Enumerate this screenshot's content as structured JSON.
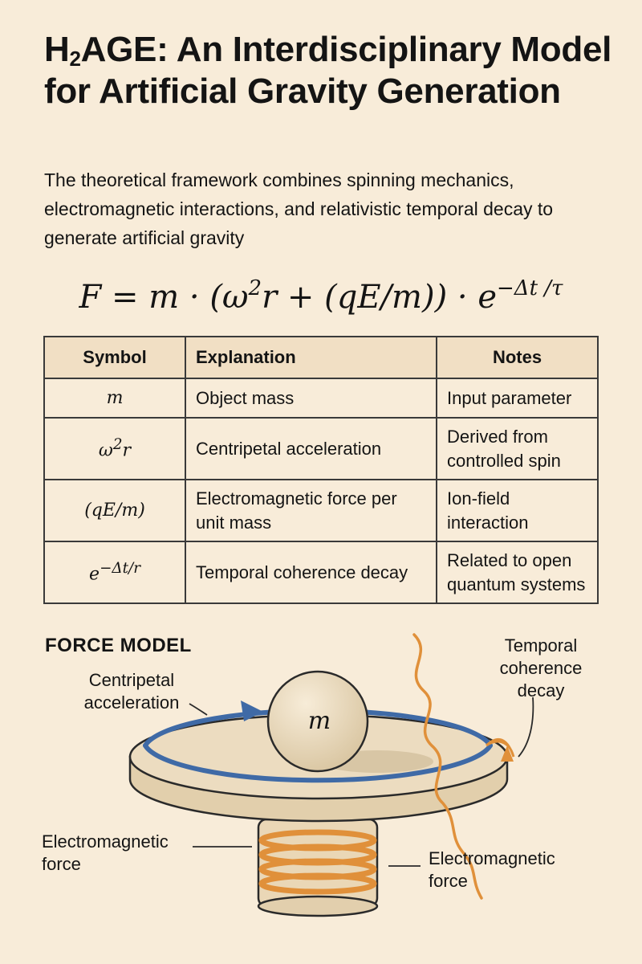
{
  "title": {
    "prefix": "H",
    "subscript": "2",
    "rest": "AGE: An Interdisciplinary Model for Artificial Gravity Generation"
  },
  "intro": "The theoretical framework combines spinning mechanics, electromagnetic interactions, and relativistic temporal decay to generate artificial gravity",
  "equation": {
    "main": "F = m · (ω",
    "sq": "2",
    "mid": "r + (qE/m)) · e",
    "exp": "−Δt /τ"
  },
  "table": {
    "headers": [
      "Symbol",
      "Explanation",
      "Notes"
    ],
    "rows": [
      {
        "symbol": "m",
        "explanation": "Object mass",
        "notes": "Input parameter"
      },
      {
        "symbol_base": "ω",
        "symbol_sup": "2",
        "symbol_rest": "r",
        "explanation": "Centripetal acceleration",
        "notes": "Derived from controlled spin"
      },
      {
        "symbol": "(qE/m)",
        "explanation": "Electromagnetic force per unit mass",
        "notes": "Ion-field interaction"
      },
      {
        "symbol_base": "e",
        "symbol_sup": "−Δt/r",
        "explanation": "Temporal coherence decay",
        "notes": "Related to open quantum systems"
      }
    ]
  },
  "force_model": {
    "heading": "FORCE MODEL",
    "mass_label": "m",
    "labels": {
      "centripetal": "Centripetal acceleration",
      "temporal": "Temporal coherence decay",
      "em_left": "Electromagnetic force",
      "em_right": "Electromagnetic force"
    },
    "colors": {
      "orbit": "#3f6aa6",
      "wave": "#e0903a",
      "coil": "#e0903a",
      "disk": "#ecdcc0",
      "sphere": "#e6d6b8"
    }
  }
}
